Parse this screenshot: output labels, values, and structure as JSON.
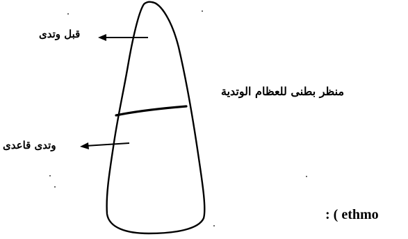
{
  "labels": {
    "upper_region": "قبل وتدى",
    "lower_region": "وتدى قاعدى",
    "caption": "منظر بطنى للعظام الوتدية",
    "trailing_text": ": ( ethmo"
  }
}
